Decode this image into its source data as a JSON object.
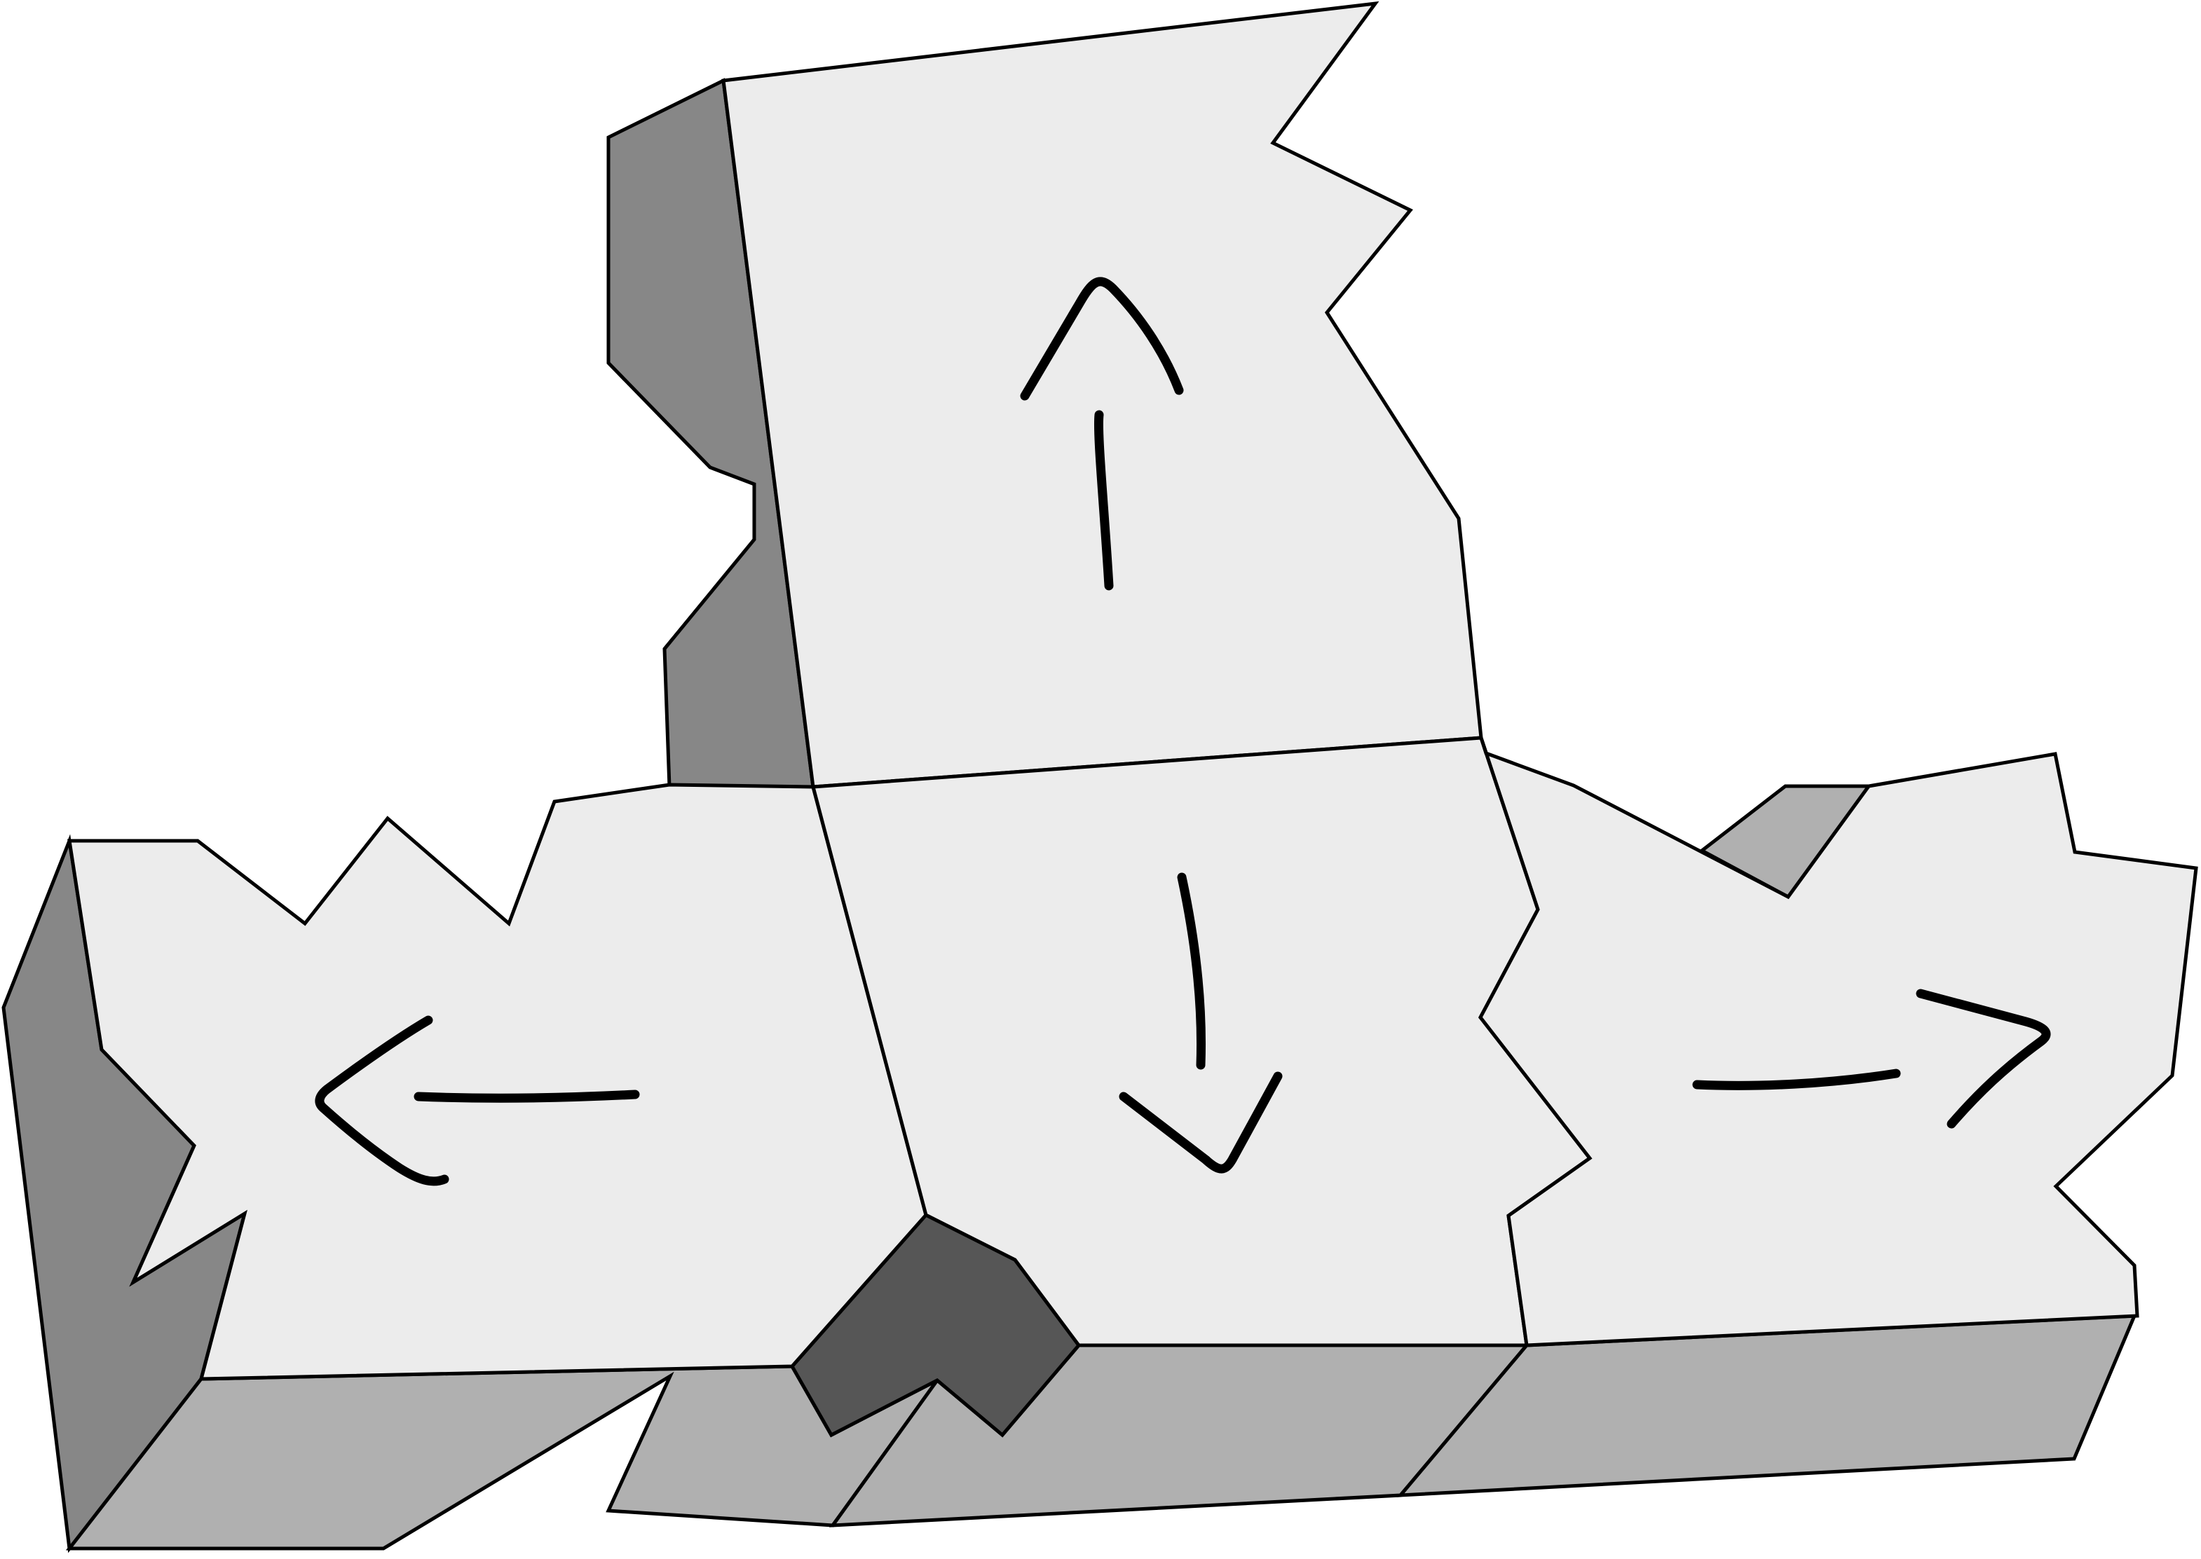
{
  "diagram": {
    "kind": "isometric tile puzzle illustration",
    "colors": {
      "top_face": "#ececec",
      "side_face_light": "#b0b0b0",
      "side_face_mid": "#878787",
      "side_face_dark": "#565656",
      "outline": "#000000",
      "background": "#ffffff"
    },
    "tiles": [
      {
        "id": "top-tile",
        "arrow": "up"
      },
      {
        "id": "left-tile",
        "arrow": "left"
      },
      {
        "id": "center-tile",
        "arrow": "down"
      },
      {
        "id": "right-tile",
        "arrow": "right"
      }
    ],
    "icons": [
      "arrow-up-icon",
      "arrow-left-icon",
      "arrow-down-icon",
      "arrow-right-icon"
    ]
  }
}
